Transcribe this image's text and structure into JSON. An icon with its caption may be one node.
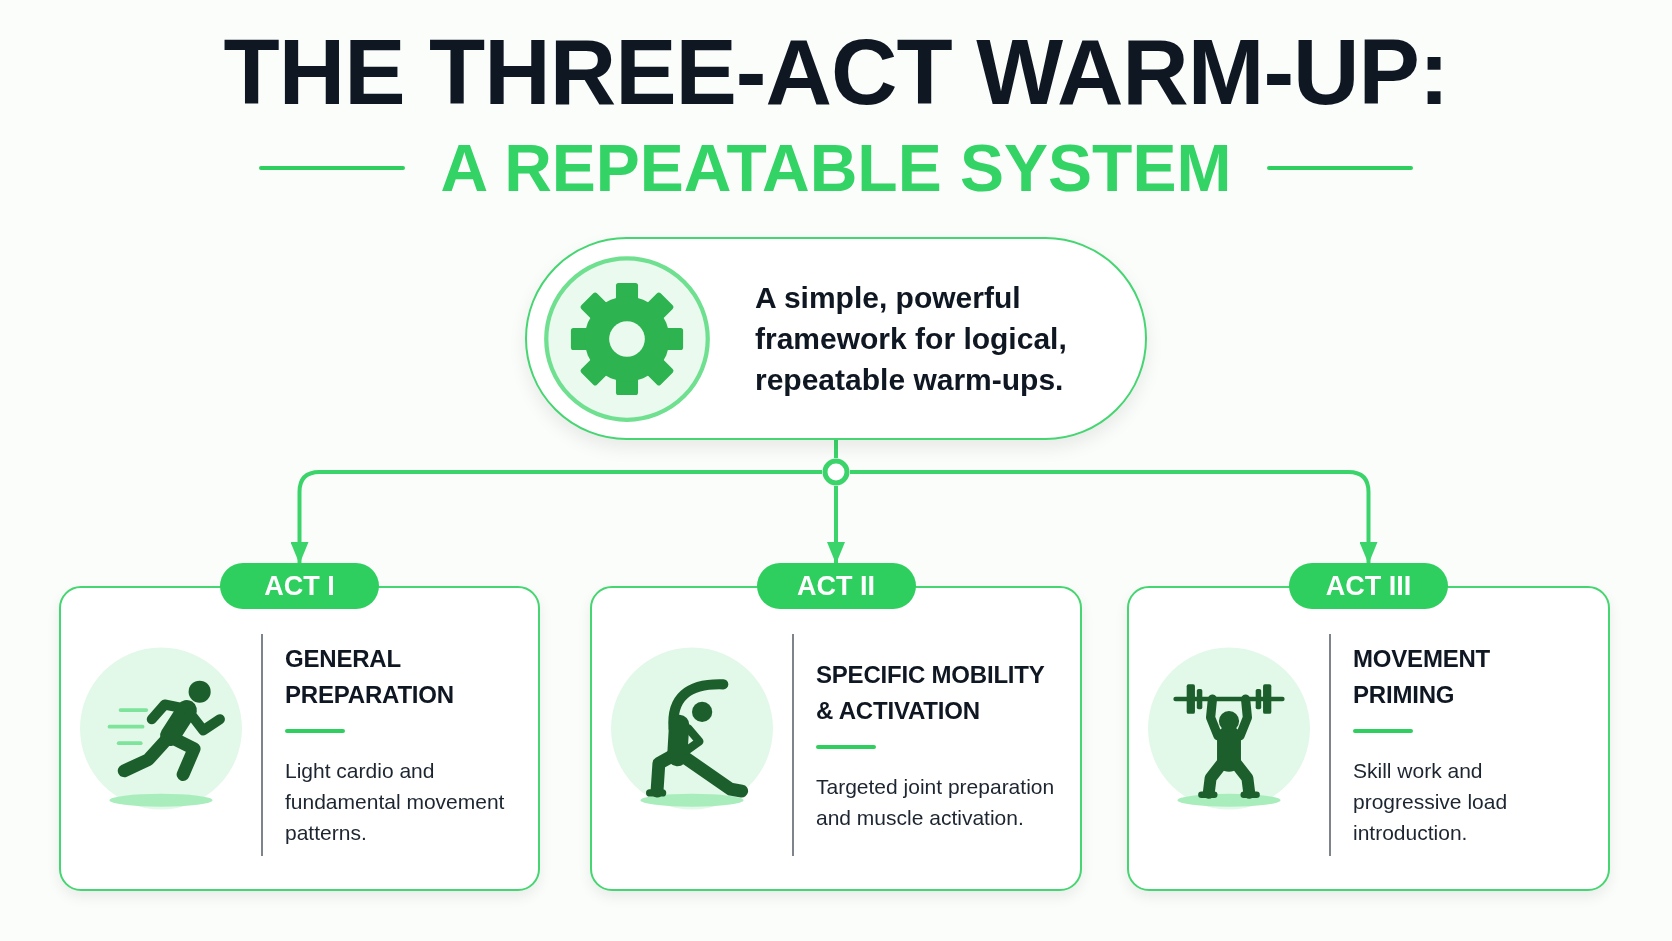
{
  "diagram": {
    "title": "THE THREE-ACT WARM-UP:",
    "nodes": [
      {
        "text": [
          "A simple, powerful framework for logical, repeatable warm-ups."
        ]
      },
      {
        "text": [],
        "shape": "circle"
      },
      {
        "text": [
          "ACT I",
          "GENERAL PREPARATION",
          "Light cardio and fundamental movement patterns."
        ]
      },
      {
        "text": [
          "ACT II",
          "SPECIFIC MOBILITY & ACTIVATION",
          "Targeted joint preparation and muscle activation."
        ]
      },
      {
        "text": [
          "ACT III",
          "MOVEMENT PRIMING",
          "Skill work and progressive load introduction."
        ]
      }
    ],
    "edges": [
      {
        "from": 0,
        "to": 1,
        "arrow": "none"
      },
      {
        "from": 1,
        "to": 2,
        "arrow": "to"
      },
      {
        "from": 1,
        "to": 3,
        "arrow": "to"
      },
      {
        "from": 1,
        "to": 4,
        "arrow": "to"
      }
    ],
    "labels": [
      "A REPEATABLE SYSTEM"
    ]
  }
}
